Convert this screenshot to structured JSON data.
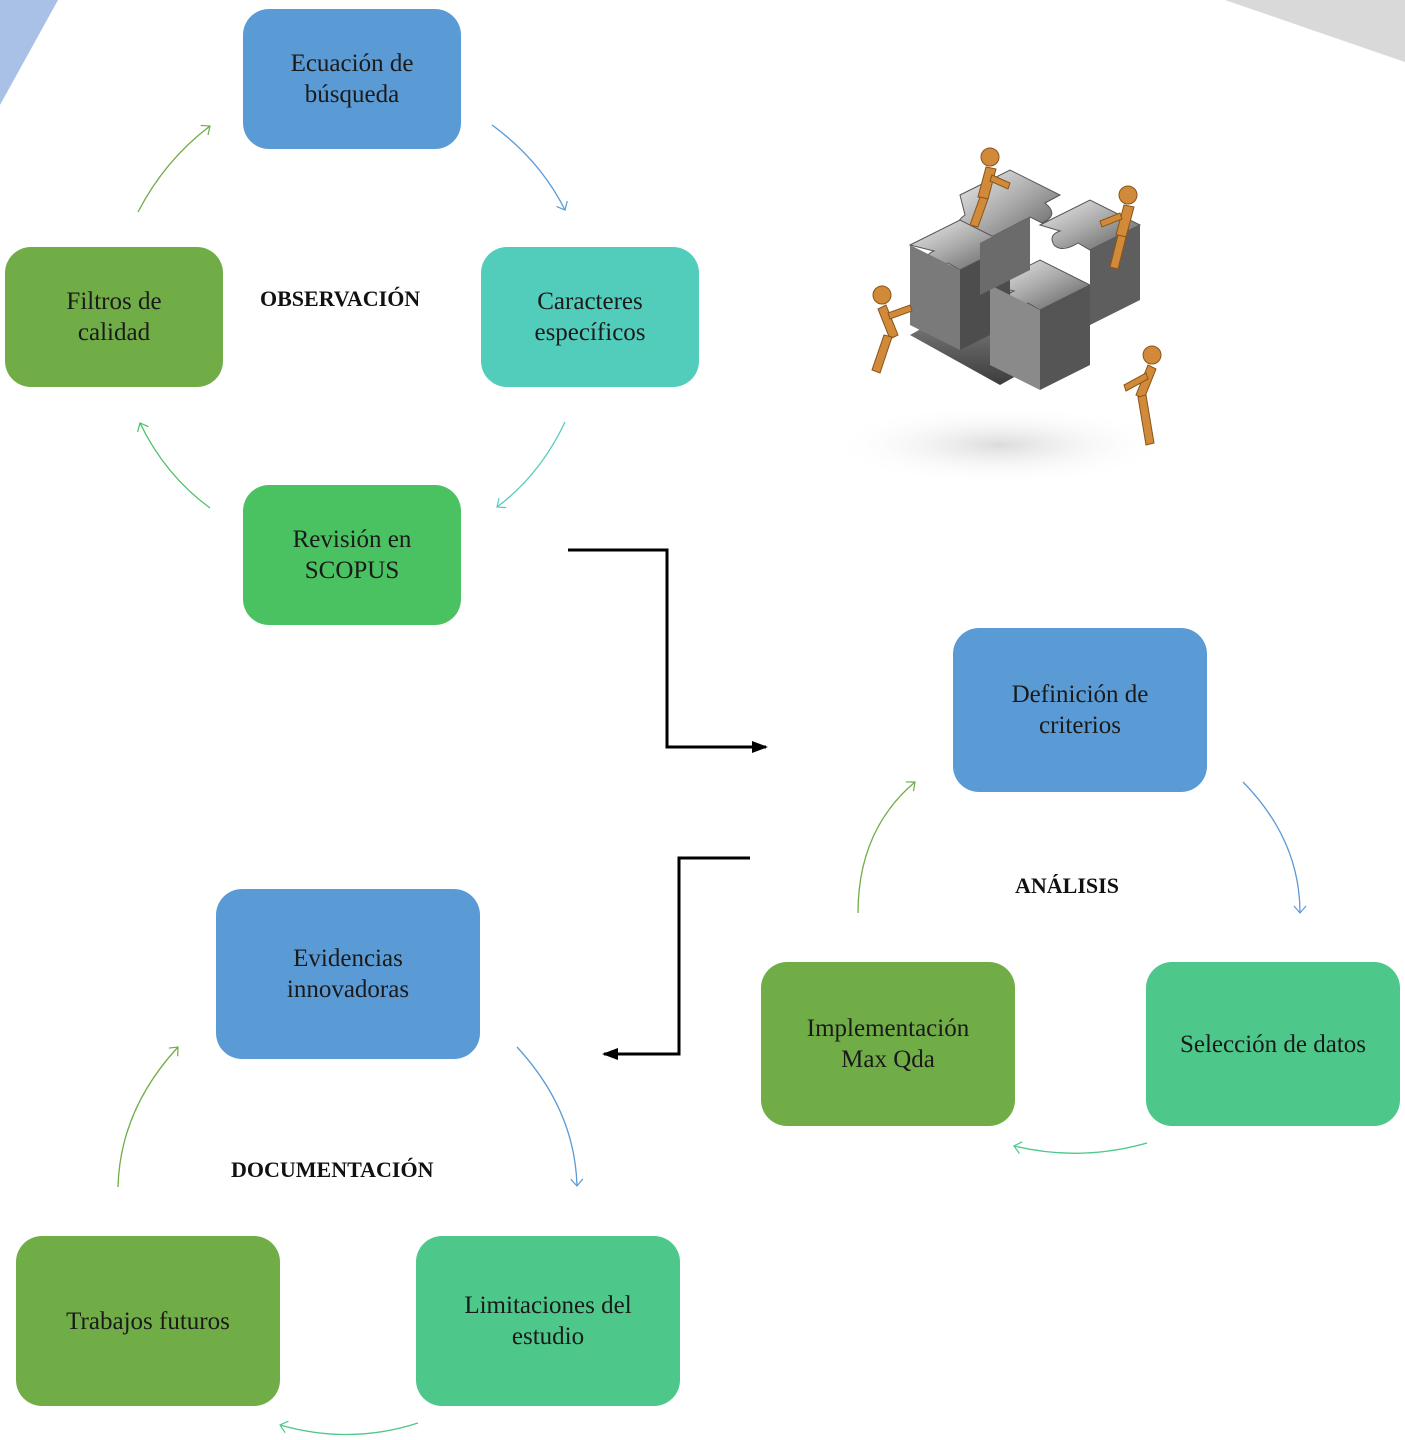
{
  "observacion": {
    "label": "OBSERVACIÓN",
    "steps": [
      {
        "line1": "Ecuación de",
        "line2": "búsqueda"
      },
      {
        "line1": "Caracteres",
        "line2": "específicos"
      },
      {
        "line1": "Revisión en",
        "line2": "SCOPUS"
      },
      {
        "line1": "Filtros de",
        "line2": "calidad"
      }
    ]
  },
  "analisis": {
    "label": "ANÁLISIS",
    "steps": [
      {
        "line1": "Definición de",
        "line2": "criterios"
      },
      {
        "line1": "Selección de datos",
        "line2": ""
      },
      {
        "line1": "Implementación",
        "line2": "Max Qda"
      }
    ]
  },
  "documentacion": {
    "label": "DOCUMENTACIÓN",
    "steps": [
      {
        "line1": "Evidencias",
        "line2": "innovadoras"
      },
      {
        "line1": "Limitaciones del",
        "line2": "estudio"
      },
      {
        "line1": "Trabajos futuros",
        "line2": ""
      }
    ]
  },
  "colors": {
    "blue": "#5b9bd5",
    "teal": "#53cdbb",
    "green": "#4ac262",
    "olive": "#70ad47",
    "mint": "#4dc78a"
  },
  "image": {
    "icon": "puzzle-teamwork-illustration"
  }
}
